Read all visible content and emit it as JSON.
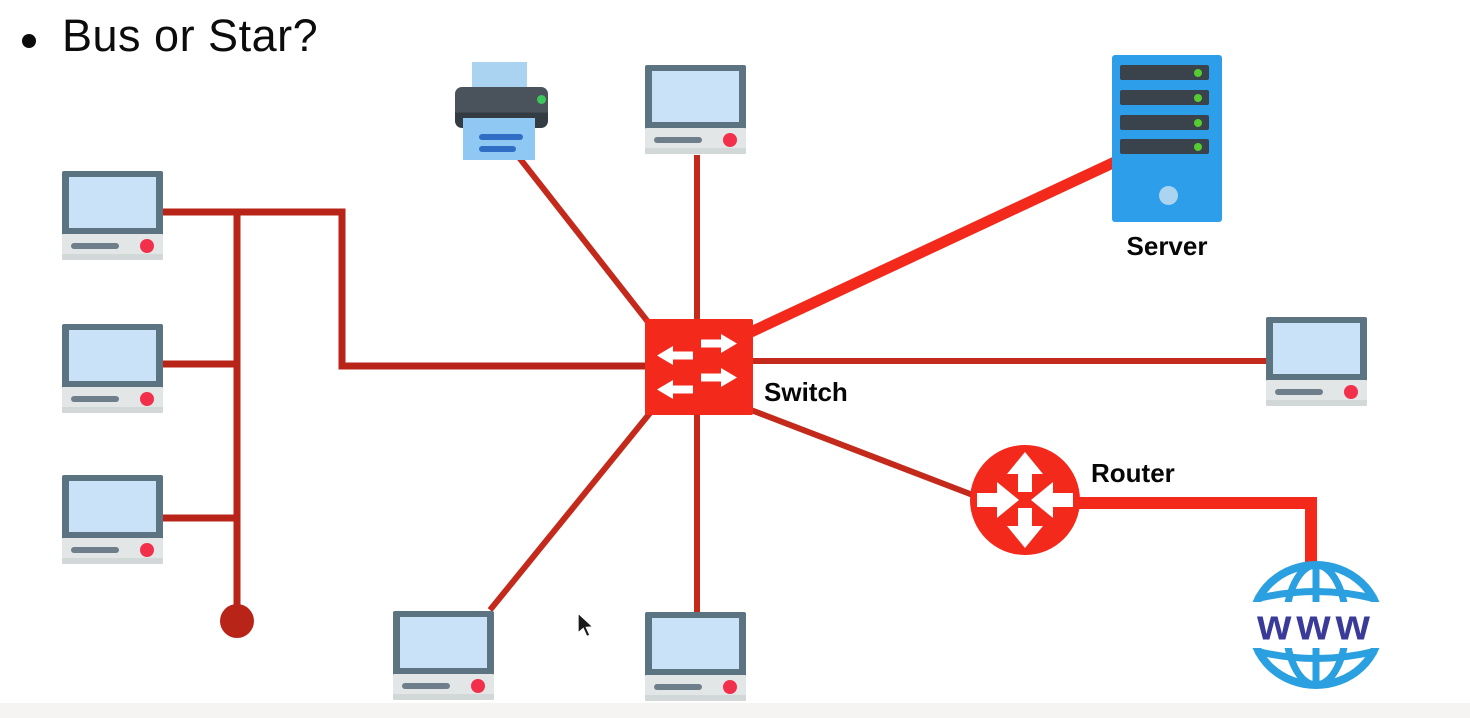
{
  "slide": {
    "title": "Bus or Star?",
    "bullet": "•"
  },
  "colors": {
    "bright_red": "#F2291B",
    "line_red": "#C42A1C",
    "bus_red": "#B82418",
    "server_blue": "#2D9EE9",
    "globe_blue": "#2AA0E0",
    "www_blue": "#3A3A99",
    "bezel": "#5C7482",
    "screen": "#C9E2F7",
    "led_green": "#55CC31"
  },
  "diagram": {
    "labels": {
      "switch": "Switch",
      "server": "Server",
      "router": "Router",
      "internet": "www"
    },
    "nodes": [
      {
        "id": "switch",
        "type": "switch",
        "label": "Switch"
      },
      {
        "id": "server",
        "type": "server",
        "label": "Server"
      },
      {
        "id": "router",
        "type": "router",
        "label": "Router"
      },
      {
        "id": "internet",
        "type": "www-globe",
        "label": "www"
      },
      {
        "id": "printer",
        "type": "printer"
      },
      {
        "id": "pc-left-1",
        "type": "computer"
      },
      {
        "id": "pc-left-2",
        "type": "computer"
      },
      {
        "id": "pc-left-3",
        "type": "computer"
      },
      {
        "id": "pc-top",
        "type": "computer"
      },
      {
        "id": "pc-right",
        "type": "computer"
      },
      {
        "id": "pc-bottom-left",
        "type": "computer"
      },
      {
        "id": "pc-bottom-center",
        "type": "computer"
      },
      {
        "id": "bus-terminator",
        "type": "terminator-dot"
      }
    ],
    "connections": [
      {
        "from": "pc-left-1",
        "to": "bus"
      },
      {
        "from": "pc-left-2",
        "to": "bus"
      },
      {
        "from": "pc-left-3",
        "to": "bus"
      },
      {
        "from": "bus",
        "to": "switch"
      },
      {
        "from": "printer",
        "to": "switch"
      },
      {
        "from": "pc-top",
        "to": "switch"
      },
      {
        "from": "server",
        "to": "switch",
        "style": "thick"
      },
      {
        "from": "pc-right",
        "to": "switch"
      },
      {
        "from": "router",
        "to": "switch"
      },
      {
        "from": "pc-bottom-center",
        "to": "switch"
      },
      {
        "from": "pc-bottom-left",
        "to": "switch"
      },
      {
        "from": "internet",
        "to": "router",
        "style": "thick"
      }
    ]
  }
}
